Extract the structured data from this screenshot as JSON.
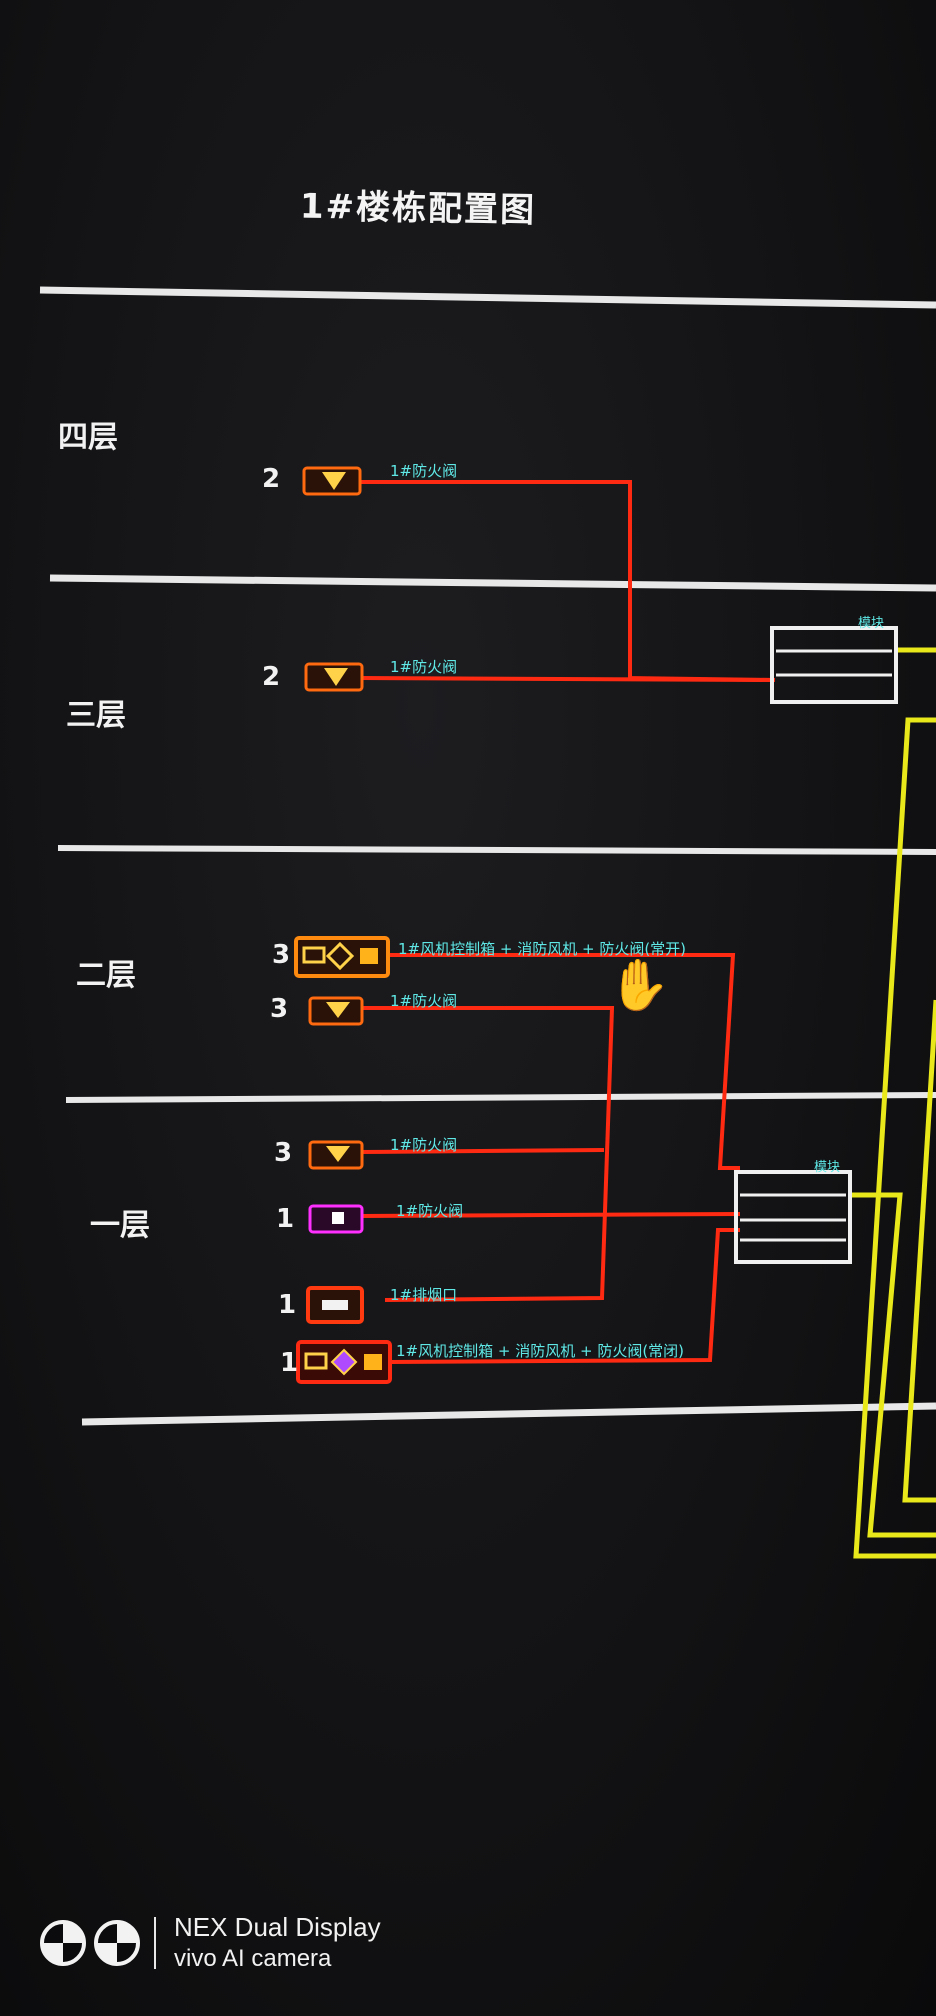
{
  "screen": {
    "title": "1#楼栋配置图",
    "floors": [
      {
        "label": "四层"
      },
      {
        "label": "三层"
      },
      {
        "label": "二层"
      },
      {
        "label": "一层"
      }
    ],
    "device_indices": [
      "2",
      "2",
      "3",
      "3",
      "3",
      "1",
      "1",
      "1"
    ],
    "device_labels": [
      "1#防火阀",
      "1#防火阀",
      "1#风机控制箱 + 消防风机 + 防火阀(常开)",
      "1#防火阀",
      "1#防火阀",
      "1#防火阀",
      "1#排烟口",
      "1#风机控制箱 + 消防风机 + 防火阀(常闭)"
    ],
    "box_labels": [
      "模块",
      "模块"
    ]
  },
  "colors": {
    "background": "#131315",
    "divider": "#e8e8e8",
    "wire_red": "#ff2a12",
    "wire_yellow": "#e8e81a",
    "label_cyan": "#5fe8e6"
  },
  "icons": {
    "cursor": "hand-cursor-icon",
    "logo": "vivo-camera-logo-icon"
  },
  "watermark": {
    "line1": "NEX Dual Display",
    "line2": "vivo AI camera"
  }
}
